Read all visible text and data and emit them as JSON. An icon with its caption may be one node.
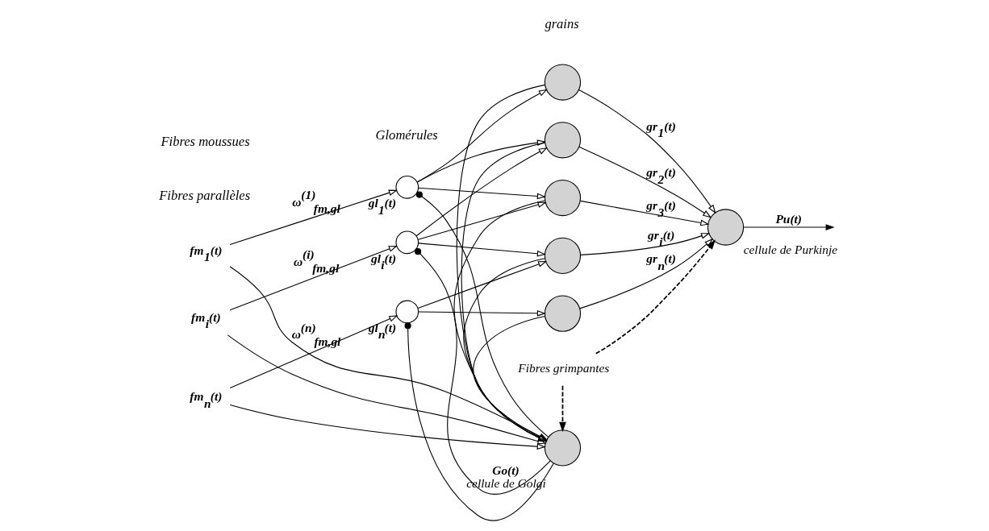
{
  "diagram": {
    "nodes": [
      {
        "text": [
          "fm$_{1}$(t)"
        ]
      },
      {
        "text": [
          "fm$_{i}$(t)"
        ]
      },
      {
        "text": [
          "fm$_{n}$(t)"
        ]
      },
      {
        "text": [],
        "shape": "circle",
        "beside": [
          "gl$_{1}$(t)"
        ]
      },
      {
        "text": [],
        "shape": "circle",
        "beside": [
          "gl$_{i}$(t)"
        ]
      },
      {
        "text": [],
        "shape": "circle",
        "beside": [
          "gl$_{n}$(t)"
        ]
      },
      {
        "text": [],
        "shape": "circle"
      },
      {
        "text": [],
        "shape": "circle"
      },
      {
        "text": [],
        "shape": "circle"
      },
      {
        "text": [],
        "shape": "circle"
      },
      {
        "text": [],
        "shape": "circle"
      },
      {
        "text": [],
        "shape": "circle",
        "beside": [
          "cellule de Purkinje"
        ]
      },
      {
        "text": [],
        "shape": "circle",
        "beside": [
          "Go(t)",
          "cellule de Golgi"
        ]
      },
      {
        "text": [
          "Fibres grimpantes"
        ]
      }
    ],
    "edges": [
      {
        "from": 0,
        "to": 3,
        "arrow": "to",
        "label": "ω$^{(1)}$$_{fm,gl}$"
      },
      {
        "from": 1,
        "to": 4,
        "arrow": "to",
        "label": "ω$^{(i)}$$_{fm,gl}$"
      },
      {
        "from": 2,
        "to": 5,
        "arrow": "to",
        "label": "ω$^{(n)}$$_{fm,gl}$"
      },
      {
        "from": 0,
        "to": 12,
        "arrow": "to"
      },
      {
        "from": 1,
        "to": 12,
        "arrow": "to"
      },
      {
        "from": 2,
        "to": 12,
        "arrow": "to"
      },
      {
        "from": 12,
        "to": 3,
        "arrow": "other"
      },
      {
        "from": 12,
        "to": 4,
        "arrow": "other"
      },
      {
        "from": 12,
        "to": 5,
        "arrow": "other"
      },
      {
        "from": 3,
        "to": 6,
        "arrow": "to"
      },
      {
        "from": 3,
        "to": 7,
        "arrow": "to"
      },
      {
        "from": 3,
        "to": 8,
        "arrow": "to"
      },
      {
        "from": 4,
        "to": 7,
        "arrow": "to"
      },
      {
        "from": 4,
        "to": 8,
        "arrow": "to"
      },
      {
        "from": 4,
        "to": 9,
        "arrow": "to"
      },
      {
        "from": 5,
        "to": 9,
        "arrow": "to"
      },
      {
        "from": 5,
        "to": 10,
        "arrow": "to"
      },
      {
        "from": 6,
        "to": 11,
        "arrow": "to",
        "label": "gr$_{1}$(t)"
      },
      {
        "from": 7,
        "to": 11,
        "arrow": "to",
        "label": "gr$_{2}$(t)"
      },
      {
        "from": 8,
        "to": 11,
        "arrow": "to",
        "label": "gr$_{3}$(t)"
      },
      {
        "from": 9,
        "to": 11,
        "arrow": "to",
        "label": "gr$_{i}$(t)"
      },
      {
        "from": 10,
        "to": 11,
        "arrow": "to",
        "label": "gr$_{n}$(t)"
      },
      {
        "from": 6,
        "to": 12,
        "arrow": "to"
      },
      {
        "from": 7,
        "to": 12,
        "arrow": "to"
      },
      {
        "from": 8,
        "to": 12,
        "arrow": "to"
      },
      {
        "from": 9,
        "to": 12,
        "arrow": "to"
      },
      {
        "from": 10,
        "to": 12,
        "arrow": "to"
      },
      {
        "from": 11,
        "to": null,
        "arrow": "to",
        "label": "Pu(t)"
      },
      {
        "from": 13,
        "to": 12,
        "arrow": "to",
        "style": "dashed"
      },
      {
        "from": 13,
        "to": 11,
        "arrow": "to",
        "style": "dashed"
      }
    ],
    "labels": [
      "Glomérules",
      "grains",
      "Fibres parallèles",
      "Fibres moussues"
    ]
  }
}
